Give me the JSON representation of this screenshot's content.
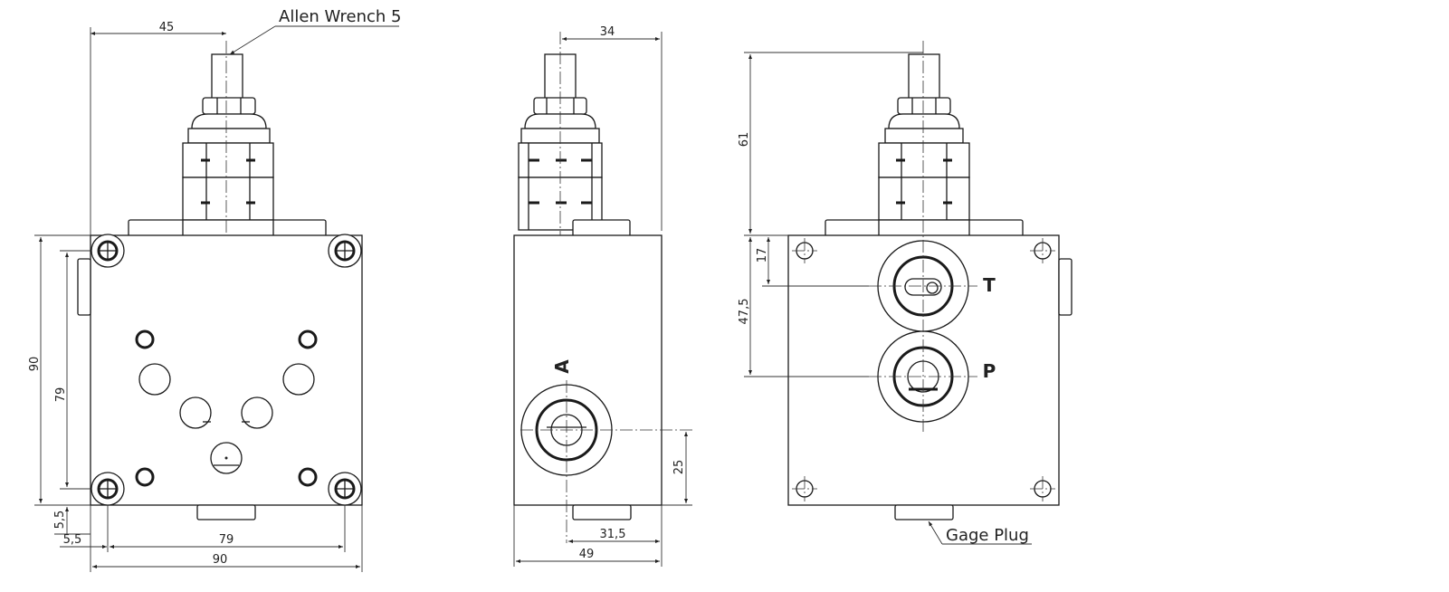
{
  "callouts": {
    "allen_wrench": "Allen Wrench 5",
    "gage_plug": "Gage Plug"
  },
  "ports": {
    "a": "A",
    "t": "T",
    "p": "P"
  },
  "dimensions": {
    "front_top_width": "45",
    "front_height_overall": "90",
    "front_height_holes": "79",
    "front_offset_vertical": "5,5",
    "front_offset_horizontal": "5,5",
    "front_width_holes": "79",
    "front_width_overall": "90",
    "side_top": "34",
    "side_port_height": "25",
    "side_port_offset": "31,5",
    "side_width": "49",
    "rear_height_top": "61",
    "rear_port_t": "17",
    "rear_port_p": "47,5"
  }
}
